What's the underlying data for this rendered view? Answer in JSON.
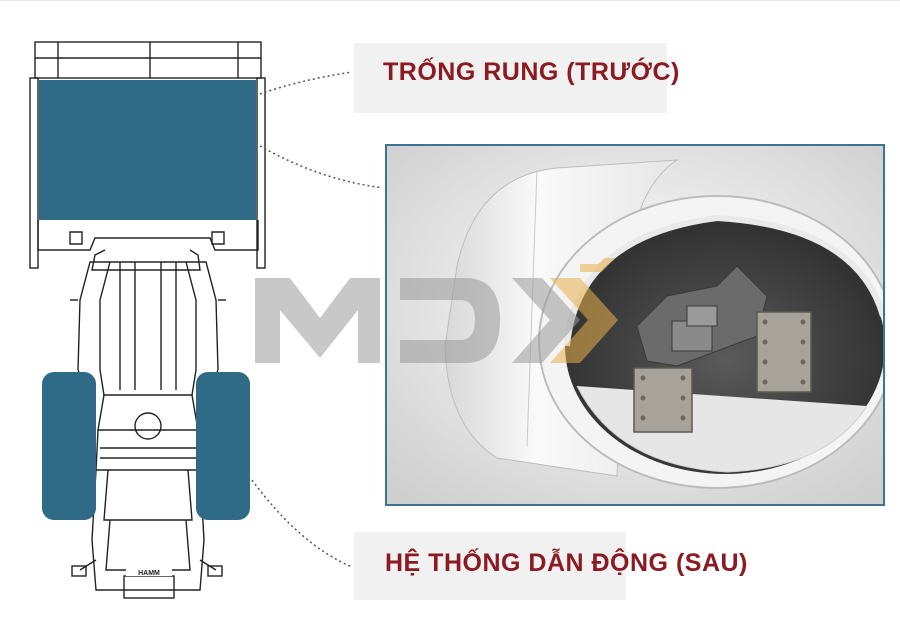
{
  "labels": {
    "front_drum": "TRỐNG RUNG (TRƯỚC)",
    "rear_drive": "HỆ THỐNG DẪN ĐỘNG (SAU)"
  },
  "machine_badge": "HAMM",
  "colors": {
    "label_text": "#8a1b22",
    "label_background": "#f1f1f1",
    "highlight_blue": "#2f6b86",
    "frame_border": "#3a7595",
    "watermark_gray": "#9a9a9a",
    "watermark_gold": "#e8b04a"
  }
}
